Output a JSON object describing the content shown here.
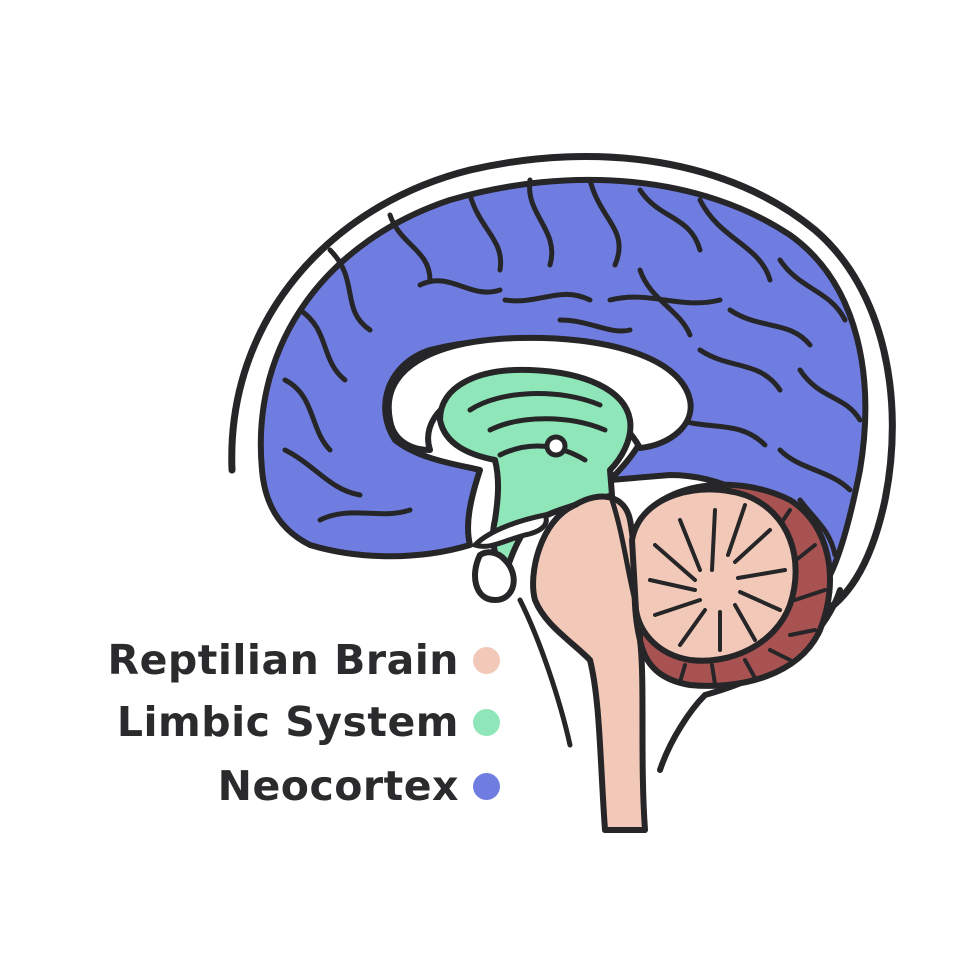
{
  "colors": {
    "outline": "#262628",
    "neocortex": "#6f7de0",
    "limbic": "#8fe6b8",
    "reptilian": "#f2c9b8",
    "cerebellum_edge": "#a95252",
    "background": "#ffffff"
  },
  "legend": [
    {
      "label": "Reptilian Brain",
      "color": "#f2c9b8"
    },
    {
      "label": "Limbic System",
      "color": "#8fe6b8"
    },
    {
      "label": "Neocortex",
      "color": "#6f7de0"
    }
  ]
}
